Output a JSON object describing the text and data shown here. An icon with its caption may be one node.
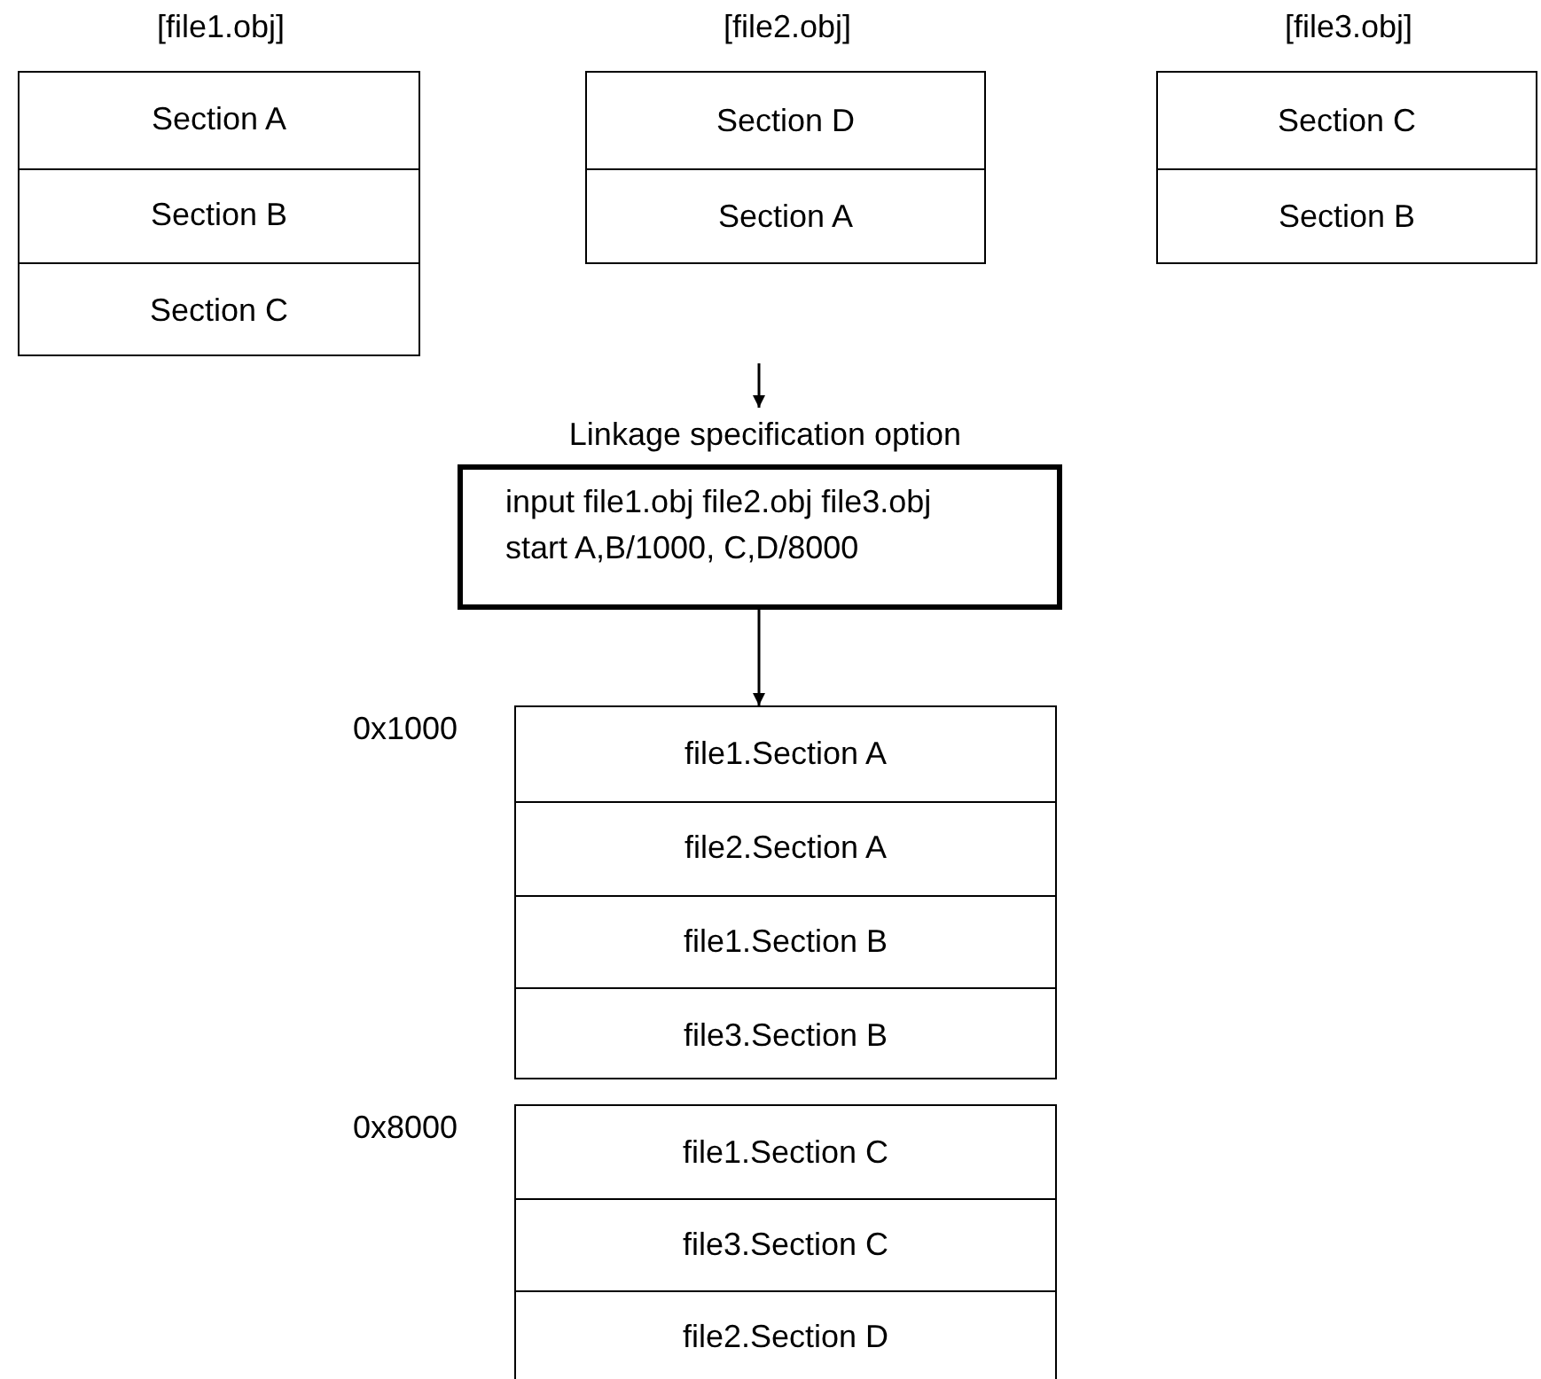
{
  "diagram": {
    "nodes": [
      {
        "text": [
          "[file1.obj]"
        ]
      },
      {
        "text": [
          "Section A"
        ],
        "in": 0
      },
      {
        "text": [
          "Section B"
        ],
        "in": 0
      },
      {
        "text": [
          "Section C"
        ],
        "in": 0
      },
      {
        "text": [
          "[file2.obj]"
        ]
      },
      {
        "text": [
          "Section D"
        ],
        "in": 4
      },
      {
        "text": [
          "Section A"
        ],
        "in": 4
      },
      {
        "text": [
          "[file3.obj]"
        ]
      },
      {
        "text": [
          "Section C"
        ],
        "in": 7
      },
      {
        "text": [
          "Section B"
        ],
        "in": 7
      },
      {
        "text": [
          "Linkage specification option",
          "input file1.obj file2.obj file3.obj",
          "start A,B/1000, C,D/8000"
        ]
      },
      {
        "text": [],
        "shape": "box",
        "beside": [
          "0x1000"
        ]
      },
      {
        "text": [
          "file1.Section A"
        ],
        "in": 11
      },
      {
        "text": [
          "file2.Section A"
        ],
        "in": 11
      },
      {
        "text": [
          "file1.Section B"
        ],
        "in": 11
      },
      {
        "text": [
          "file3.Section B"
        ],
        "in": 11
      },
      {
        "text": [],
        "shape": "box",
        "beside": [
          "0x8000"
        ]
      },
      {
        "text": [
          "file1.Section C"
        ],
        "in": 16
      },
      {
        "text": [
          "file3.Section C"
        ],
        "in": 16
      },
      {
        "text": [
          "file2.Section D"
        ],
        "in": 16
      }
    ],
    "edges": [
      {
        "from": null,
        "to": 10,
        "arrow": "to"
      },
      {
        "from": 10,
        "to": 11,
        "arrow": "to"
      }
    ]
  }
}
